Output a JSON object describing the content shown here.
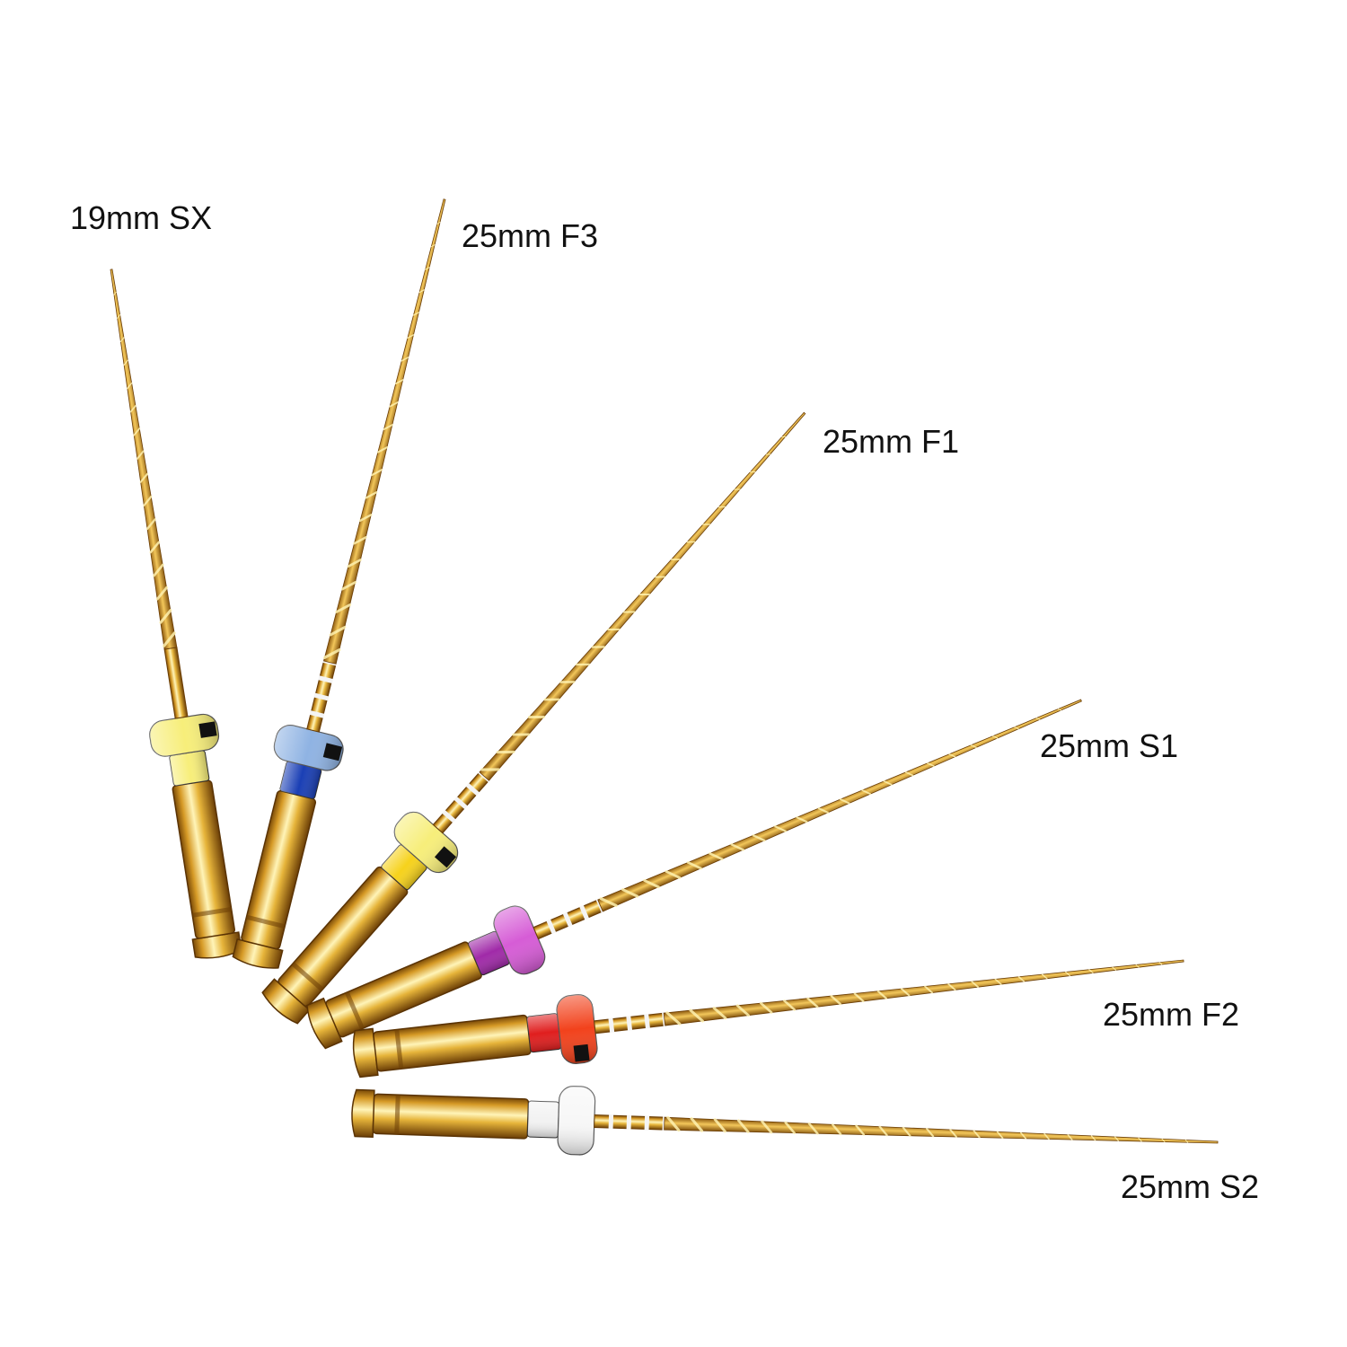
{
  "files": [
    {
      "id": "sx",
      "label": "19mm SX",
      "ring_color": "#F7EE7A",
      "collar_color": "#F7EE7A",
      "has_stripe": true,
      "marks": 0
    },
    {
      "id": "f3",
      "label": "25mm F3",
      "ring_color": "#8FB3E3",
      "collar_color": "#1A3FB5",
      "has_stripe": true,
      "marks": 4
    },
    {
      "id": "f1",
      "label": "25mm F1",
      "ring_color": "#F7EE7A",
      "collar_color": "#F6D21C",
      "has_stripe": true,
      "marks": 4
    },
    {
      "id": "s1",
      "label": "25mm S1",
      "ring_color": "#D65CD6",
      "collar_color": "#A02AA8",
      "has_stripe": false,
      "marks": 4
    },
    {
      "id": "f2",
      "label": "25mm F2",
      "ring_color": "#F2421C",
      "collar_color": "#E01E1E",
      "has_stripe": true,
      "marks": 4
    },
    {
      "id": "s2",
      "label": "25mm S2",
      "ring_color": "#F7F7F7",
      "collar_color": "#F2F2F2",
      "has_stripe": false,
      "marks": 4
    }
  ]
}
